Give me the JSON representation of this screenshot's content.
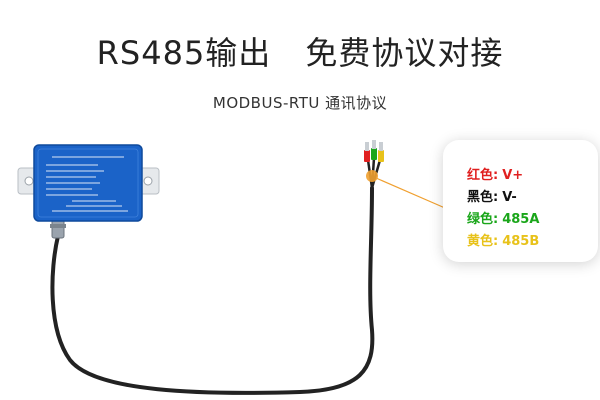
{
  "header": {
    "title_part1": "RS485输出",
    "title_part2": "免费协议对接",
    "subtitle": "MODBUS-RTU 通讯协议"
  },
  "wiring": {
    "items": [
      {
        "label": "红色:",
        "value": "V+",
        "color": "#e02020"
      },
      {
        "label": "黑色:",
        "value": "V-",
        "color": "#111111"
      },
      {
        "label": "绿色:",
        "value": "485A",
        "color": "#1aa61a"
      },
      {
        "label": "黄色:",
        "value": "485B",
        "color": "#e8c21a"
      }
    ]
  },
  "colors": {
    "device_blue": "#1b63c8",
    "cable": "#222222",
    "leader": "#f0a030"
  }
}
